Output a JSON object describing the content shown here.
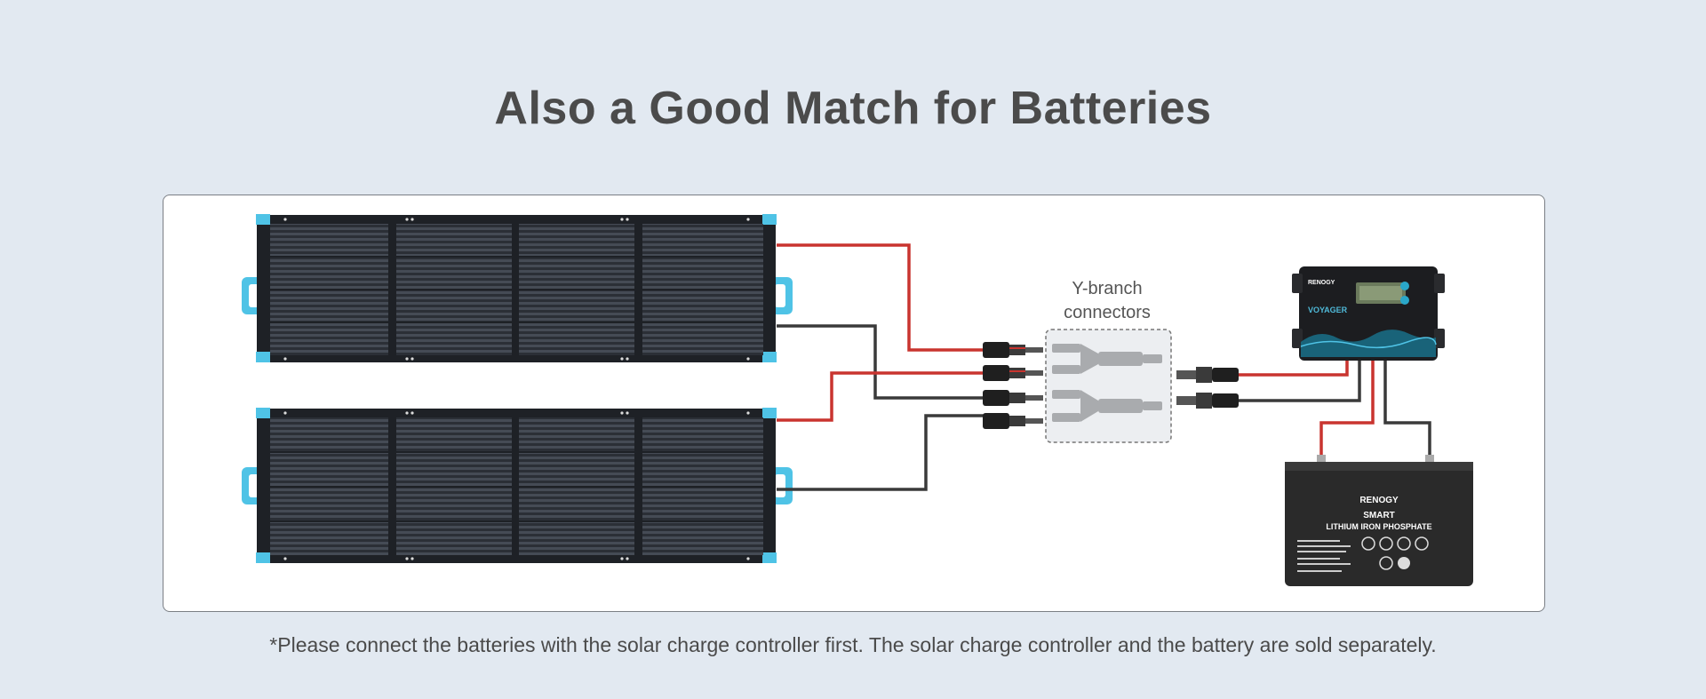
{
  "page": {
    "title": "Also a Good Match for Batteries",
    "footnote": "*Please connect the batteries with the solar charge controller first. The solar charge controller and the battery are sold separately."
  },
  "diagram": {
    "y_branch_label_line1": "Y-branch",
    "y_branch_label_line2": "connectors",
    "controller": {
      "brand": "RENOGY",
      "model": "VOYAGER"
    },
    "battery": {
      "brand": "RENOGY",
      "line1": "SMART",
      "line2": "LITHIUM IRON PHOSPHATE"
    }
  },
  "colors": {
    "background": "#e2e9f1",
    "card": "#ffffff",
    "title": "#4b4b4b",
    "panel": "#1e2126",
    "panel_cell": "#3a3f47",
    "panel_bracket": "#4fc3e6",
    "wire_positive": "#c9342f",
    "wire_negative": "#3a3a3a",
    "controller_accent": "#2aa7c9"
  }
}
